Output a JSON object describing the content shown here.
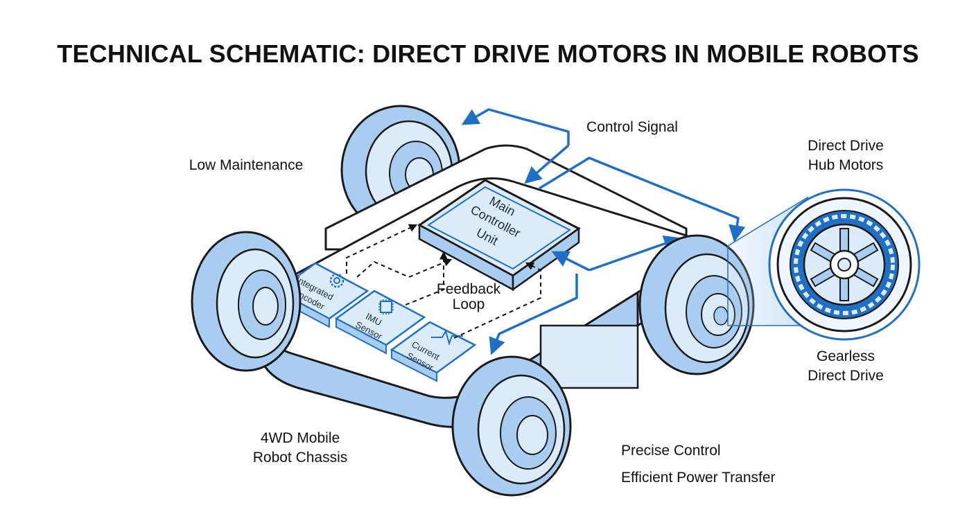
{
  "title": "TECHNICAL SCHEMATIC: DIRECT DRIVE MOTORS IN MOBILE ROBOTS",
  "callouts": {
    "low_maintenance": "Low Maintenance",
    "control_signal": "Control Signal",
    "hub_motors_line1": "Direct Drive",
    "hub_motors_line2": "Hub Motors",
    "gearless_line1": "Gearless",
    "gearless_line2": "Direct Drive",
    "feedback_line1": "Feedback",
    "feedback_line2": "Loop",
    "chassis_line1": "4WD Mobile",
    "chassis_line2": "Robot Chassis",
    "precise_control": "Precise Control",
    "power_transfer": "Efficient Power Transfer"
  },
  "controller": {
    "line1": "Main",
    "line2": "Controller",
    "line3": "Unit"
  },
  "sensors": {
    "encoder_line1": "Integrated",
    "encoder_line2": "Encoder",
    "imu_line1": "IMU",
    "imu_line2": "Sensor",
    "current_line1": "Current",
    "current_line2": "Sensor"
  },
  "colors": {
    "accent_blue": "#1f6fc4",
    "light_blue": "#a9cdf0",
    "pale_blue": "#dcebfa",
    "outline": "#1a1a1a"
  },
  "icons": {
    "encoder": "gear-icon",
    "imu": "chip-icon",
    "current": "waveform-icon"
  }
}
